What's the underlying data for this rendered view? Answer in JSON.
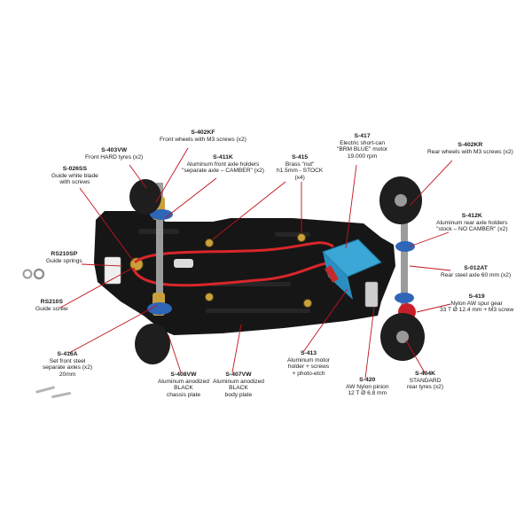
{
  "colors": {
    "chassis": "#161616",
    "tyre": "#1e1e1e",
    "anodized_blue": "#2f66b8",
    "motor_blue": "#3aa7d6",
    "wire_red": "#d9262a",
    "brass": "#c9a13b",
    "leader_line": "#c0141c"
  },
  "callouts": [
    {
      "code": "S-402KF",
      "lines": [
        "Front wheels with M3 screws (x2)"
      ]
    },
    {
      "code": "S-403VW",
      "lines": [
        "Front HARD tyres (x2)"
      ]
    },
    {
      "code": "S-411K",
      "lines": [
        "Aluminum front axle holders",
        "\"separate axle – CAMBER\" (x2)"
      ]
    },
    {
      "code": "S-026SS",
      "lines": [
        "Guide white blade",
        "with screws"
      ]
    },
    {
      "code": "S-415",
      "lines": [
        "Brass \"nut\"",
        "h1.5mm - STOCK",
        "(x4)"
      ]
    },
    {
      "code": "S-417",
      "lines": [
        "Electric short-can",
        "\"BRM BLUE\" motor",
        "19.000 rpm"
      ]
    },
    {
      "code": "S-402KR",
      "lines": [
        "Rear wheels with M3 screws (x2)"
      ]
    },
    {
      "code": "S-412K",
      "lines": [
        "Aluminum rear axle holders",
        "\"stock – NO CAMBER\" (x2)"
      ]
    },
    {
      "code": "RS210SP",
      "lines": [
        "Guide springs"
      ]
    },
    {
      "code": "RS210S",
      "lines": [
        "Guide screw"
      ]
    },
    {
      "code": "S-012AT",
      "lines": [
        "Rear steel axle 60 mm (x2)"
      ]
    },
    {
      "code": "S-419",
      "lines": [
        "Nylon AW spur gear",
        "33 T Ø 12.4 mm + M3 screw"
      ]
    },
    {
      "code": "S-416A",
      "lines": [
        "Set front steel",
        "separate axles (x2)",
        "20mm"
      ]
    },
    {
      "code": "S-413",
      "lines": [
        "Aluminum motor",
        "holder + screws",
        "+ photo-etch"
      ]
    },
    {
      "code": "S-420",
      "lines": [
        "AW Nylon pinion",
        "12 T Ø 6.8 mm"
      ]
    },
    {
      "code": "S-404K",
      "lines": [
        "STANDARD",
        "rear tyres (x2)"
      ]
    },
    {
      "code": "S-408VW",
      "lines": [
        "Aluminum anodized",
        "BLACK",
        "chassis plate"
      ]
    },
    {
      "code": "S-407VW",
      "lines": [
        "Aluminum anodized",
        "BLACK",
        "body plate"
      ]
    }
  ]
}
